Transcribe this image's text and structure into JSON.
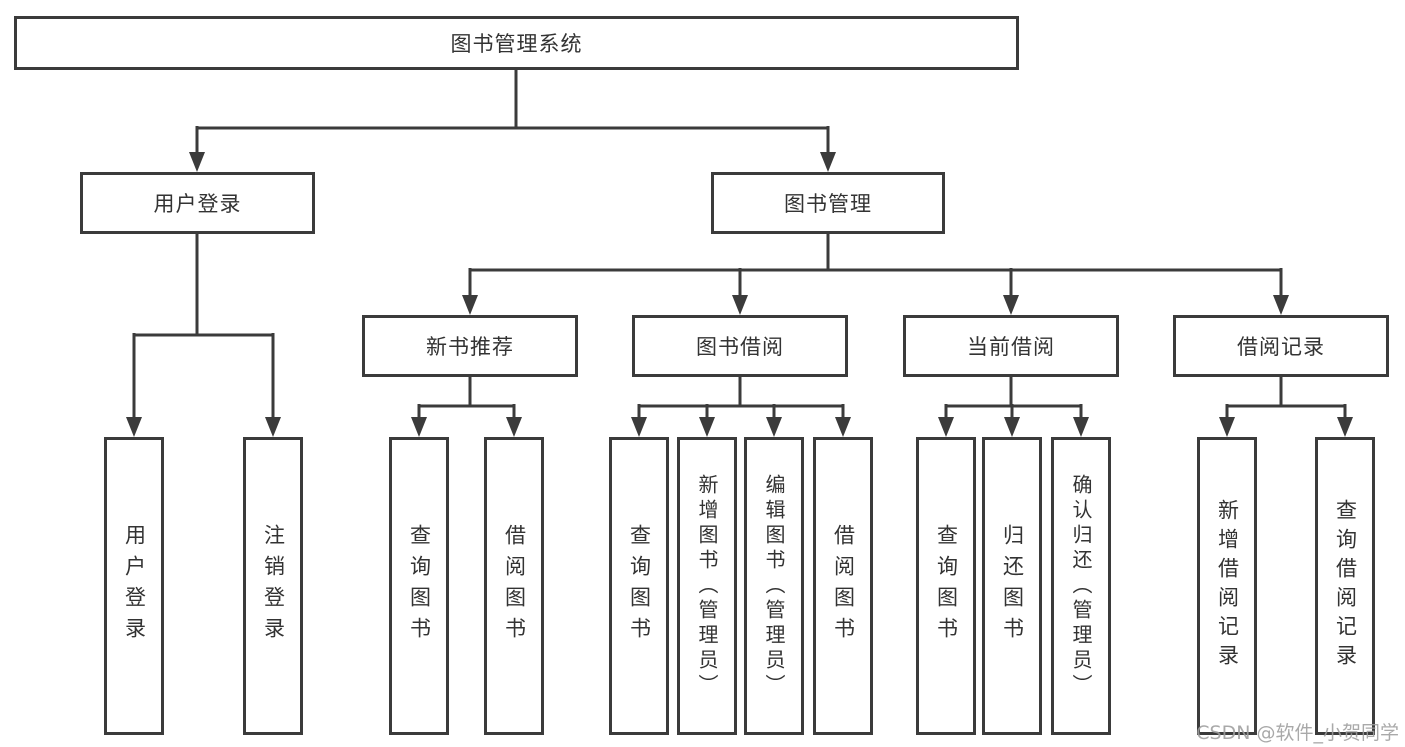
{
  "diagram": {
    "root": "图书管理系统",
    "level2": [
      "用户登录",
      "图书管理"
    ],
    "level3": [
      "新书推荐",
      "图书借阅",
      "当前借阅",
      "借阅记录"
    ],
    "leaf_groups": {
      "user_login": [
        "用户登录",
        "注销登录"
      ],
      "new_book_rec": [
        "查询图书",
        "借阅图书"
      ],
      "book_borrow": [
        "查询图书",
        "新增图书（管理员）",
        "编辑图书（管理员）",
        "借阅图书"
      ],
      "current_borrow": [
        "查询图书",
        "归还图书",
        "确认归还（管理员）"
      ],
      "borrow_record": [
        "新增借阅记录",
        "查询借阅记录"
      ]
    }
  },
  "watermark": "CSDN @软件_小贺同学",
  "colors": {
    "line": "#3b3b3b",
    "text": "#333333",
    "box_background": "#ffffff",
    "watermark_text": "#9e9e9e"
  }
}
